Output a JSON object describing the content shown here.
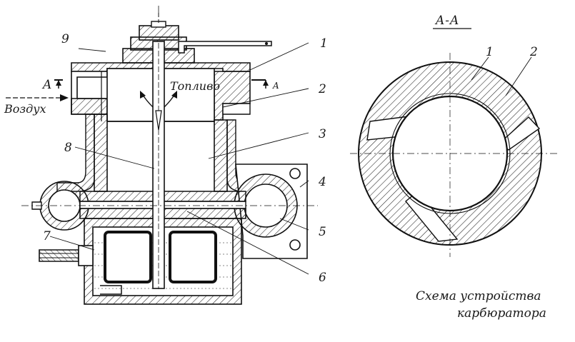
{
  "labels": {
    "n1": "1",
    "n2": "2",
    "n3": "3",
    "n4": "4",
    "n5": "5",
    "n6": "6",
    "n7": "7",
    "n8": "8",
    "n9": "9",
    "section_mark_left": "A",
    "section_mark_right": "A",
    "air": "Воздух",
    "fuel": "Топливо"
  },
  "section_view": {
    "title": "A-A",
    "n1": "1",
    "n2": "2"
  },
  "caption": {
    "line1": "Схема устройства",
    "line2": "карбюратора"
  }
}
